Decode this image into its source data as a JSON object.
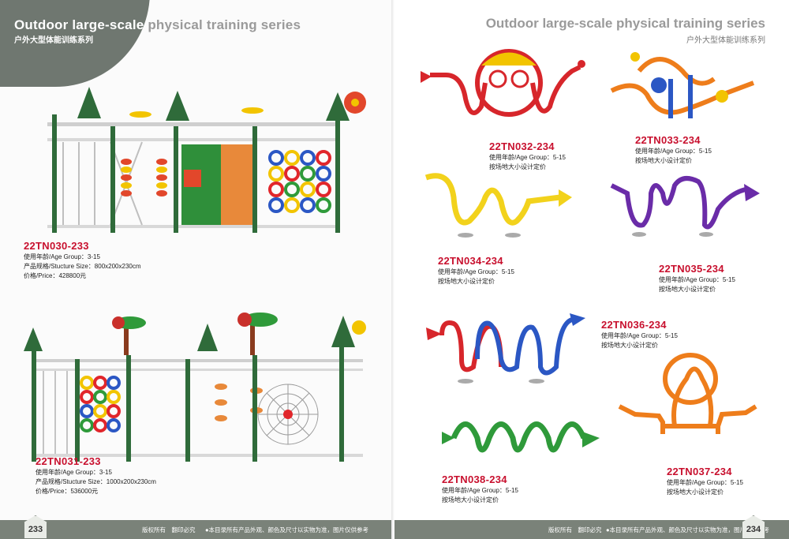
{
  "left_page": {
    "title_en_a": "Outdoor large-scale",
    "title_en_b": " physical training series",
    "title_cn": "户外大型体能训练系列",
    "page_number": "233",
    "products": [
      {
        "code": "22TN030-233",
        "age": "使用年龄/Age Group：3-15",
        "size": "产品规格/Stucture Size：800x200x230cm",
        "price": "价格/Price：428800元"
      },
      {
        "code": "22TN031-233",
        "age": "使用年龄/Age Group：3-15",
        "size": "产品规格/Stucture Size：1000x200x230cm",
        "price": "价格/Price：536000元"
      }
    ],
    "footer_copyright": "版权所有　翻印必究",
    "footer_note": "●本目录所有产品外观、颜色及尺寸以实物为准，图片仅供参考"
  },
  "right_page": {
    "title_en": "Outdoor large-scale physical training series",
    "title_cn": "户外大型体能训练系列",
    "page_number": "234",
    "products": [
      {
        "code": "22TN032-234",
        "age": "使用年龄/Age Group：5-15",
        "note": "按场地大小设计定价"
      },
      {
        "code": "22TN033-234",
        "age": "使用年龄/Age Group：5-15",
        "note": "按场地大小设计定价"
      },
      {
        "code": "22TN034-234",
        "age": "使用年龄/Age Group：5-15",
        "note": "按场地大小设计定价"
      },
      {
        "code": "22TN035-234",
        "age": "使用年龄/Age Group：5-15",
        "note": "按场地大小设计定价"
      },
      {
        "code": "22TN036-234",
        "age": "使用年龄/Age Group：5-15",
        "note": "按场地大小设计定价"
      },
      {
        "code": "22TN037-234",
        "age": "使用年龄/Age Group：5-15",
        "note": "按场地大小设计定价"
      },
      {
        "code": "22TN038-234",
        "age": "使用年龄/Age Group：5-15",
        "note": "按场地大小设计定价"
      }
    ],
    "footer_copyright": "版权所有　翻印必究",
    "footer_note": "●本目录所有产品外观、颜色及尺寸以实物为准，图片仅供参考"
  },
  "colors": {
    "accent_red": "#c8102e",
    "footer_gray": "#7a8279",
    "frame_green": "#2f6b3a",
    "title_gray": "#9a9a9a"
  }
}
